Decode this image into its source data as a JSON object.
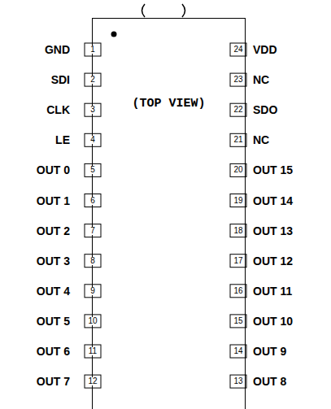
{
  "diagram": {
    "nodes": [
      {
        "text": [
          "(TOP VIEW)"
        ]
      }
    ],
    "labels": [
      "GND",
      "1",
      "SDI",
      "2",
      "CLK",
      "3",
      "LE",
      "4",
      "OUT 0",
      "5",
      "OUT 1",
      "6",
      "OUT 2",
      "7",
      "OUT 3",
      "8",
      "OUT 4",
      "9",
      "OUT 5",
      "10",
      "OUT 6",
      "11",
      "OUT 7",
      "12",
      "OUT 8",
      "13",
      "OUT 9",
      "14",
      "OUT 10",
      "15",
      "OUT 11",
      "16",
      "OUT 12",
      "17",
      "OUT 13",
      "18",
      "OUT 14",
      "19",
      "OUT 15",
      "20",
      "NC",
      "21",
      "SDO",
      "22",
      "NC",
      "23",
      "VDD",
      "24"
    ]
  }
}
